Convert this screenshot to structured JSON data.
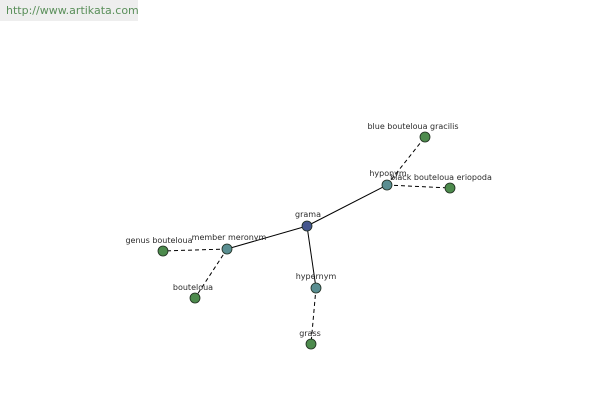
{
  "site": {
    "url": "http://www.artikata.com"
  },
  "colors": {
    "center": "#45578e",
    "relation": "#5a8e91",
    "leaf": "#4d8b4d",
    "edge": "#000000"
  },
  "graph": {
    "nodes": [
      {
        "id": "grama",
        "label": "grama",
        "kind": "center"
      },
      {
        "id": "hyponym",
        "label": "hyponym",
        "kind": "relation"
      },
      {
        "id": "member-meronym",
        "label": "member meronym",
        "kind": "relation"
      },
      {
        "id": "hypernym",
        "label": "hypernym",
        "kind": "relation"
      },
      {
        "id": "blue-bouteloua-gracilis",
        "label": "blue bouteloua gracilis",
        "kind": "leaf"
      },
      {
        "id": "black-bouteloua-eriopoda",
        "label": "black bouteloua eriopoda",
        "kind": "leaf"
      },
      {
        "id": "genus-bouteloua",
        "label": "genus bouteloua",
        "kind": "leaf"
      },
      {
        "id": "bouteloua",
        "label": "bouteloua",
        "kind": "leaf"
      },
      {
        "id": "grass",
        "label": "grass",
        "kind": "leaf"
      }
    ],
    "edges": [
      {
        "from": "grama",
        "to": "hyponym",
        "style": "solid"
      },
      {
        "from": "grama",
        "to": "member-meronym",
        "style": "solid"
      },
      {
        "from": "grama",
        "to": "hypernym",
        "style": "solid"
      },
      {
        "from": "hyponym",
        "to": "blue-bouteloua-gracilis",
        "style": "dashed"
      },
      {
        "from": "hyponym",
        "to": "black-bouteloua-eriopoda",
        "style": "dashed"
      },
      {
        "from": "member-meronym",
        "to": "genus-bouteloua",
        "style": "dashed"
      },
      {
        "from": "member-meronym",
        "to": "bouteloua",
        "style": "dashed"
      },
      {
        "from": "hypernym",
        "to": "grass",
        "style": "dashed"
      }
    ]
  }
}
